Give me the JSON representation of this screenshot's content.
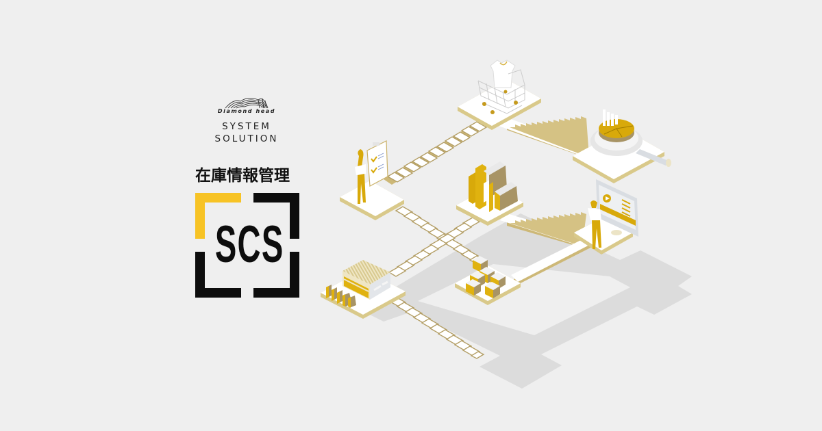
{
  "brand": {
    "company": "Diamond head",
    "line1": "SYSTEM",
    "line2": "SOLUTION"
  },
  "product": {
    "title": "在庫情報管理",
    "logo_text": "SCS"
  },
  "colors": {
    "background": "#efefef",
    "accent_yellow": "#f7c325",
    "logo_black": "#0d0d0d",
    "gold": "#d8b443",
    "gold_dark": "#a89465",
    "platform_edge": "#d9c98a",
    "shadow": "#dcdcdc"
  },
  "illustration": {
    "scenes": [
      {
        "name": "shopping-cart",
        "icon": "cart-icon"
      },
      {
        "name": "analytics-magnifier",
        "icon": "pie-chart-icon"
      },
      {
        "name": "checklist-person",
        "icon": "clipboard-icon"
      },
      {
        "name": "stored-boxes",
        "icon": "boxes-icon"
      },
      {
        "name": "presentation-monitor",
        "icon": "monitor-icon"
      },
      {
        "name": "stacked-parcels",
        "icon": "parcels-icon"
      },
      {
        "name": "warehouse",
        "icon": "warehouse-icon"
      }
    ]
  }
}
